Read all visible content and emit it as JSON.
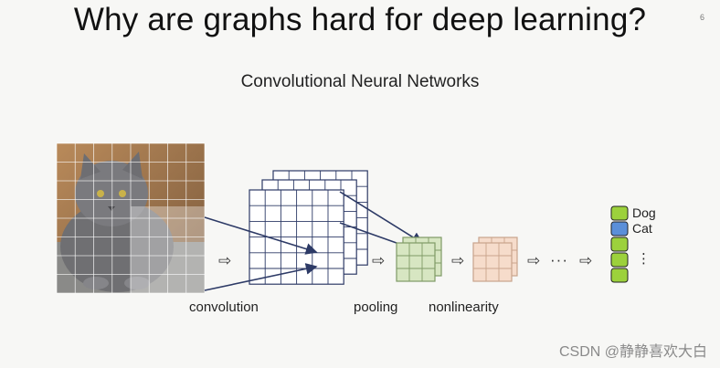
{
  "slide": {
    "title": "Why are graphs hard for deep learning?",
    "page_number": "6"
  },
  "diagram": {
    "subtitle": "Convolutional Neural Networks",
    "stage_labels": {
      "convolution": "convolution",
      "pooling": "pooling",
      "nonlinearity": "nonlinearity",
      "ellipsis": "···"
    },
    "output_labels": [
      "Dog",
      "Cat"
    ],
    "output_more": "⋮",
    "flow_arrow": "⇨",
    "colors": {
      "grid": "#2d3a66",
      "conv_highlight": "#dfe8c8",
      "pool_fill": "#d7e6c2",
      "nonlin_fill": "#f6dccb",
      "output_green": "#9cd13c",
      "output_blue": "#5b8fd9"
    }
  },
  "watermark": "CSDN @静静喜欢大白"
}
